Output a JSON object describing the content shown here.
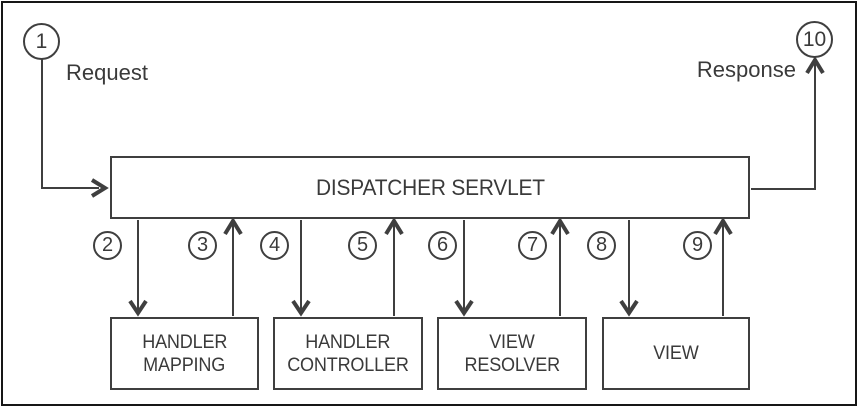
{
  "diagram": {
    "kind": "flow-diagram",
    "subject": "Spring MVC Dispatcher Servlet request flow",
    "start": {
      "number": "1",
      "label": "Request"
    },
    "end": {
      "number": "10",
      "label": "Response"
    },
    "dispatcher_label": "DISPATCHER SERVLET",
    "steps": [
      "2",
      "3",
      "4",
      "5",
      "6",
      "7",
      "8",
      "9"
    ],
    "components": [
      {
        "line1": "HANDLER",
        "line2": "MAPPING"
      },
      {
        "line1": "HANDLER",
        "line2": "CONTROLLER"
      },
      {
        "line1": "VIEW",
        "line2": "RESOLVER"
      },
      {
        "line1": "VIEW",
        "line2": ""
      }
    ],
    "edges": [
      "1:Request -> DISPATCHER SERVLET",
      "2: DISPATCHER SERVLET -> HANDLER MAPPING",
      "3: HANDLER MAPPING -> DISPATCHER SERVLET",
      "4: DISPATCHER SERVLET -> HANDLER CONTROLLER",
      "5: HANDLER CONTROLLER -> DISPATCHER SERVLET",
      "6: DISPATCHER SERVLET -> VIEW RESOLVER",
      "7: VIEW RESOLVER -> DISPATCHER SERVLET",
      "8: DISPATCHER SERVLET -> VIEW",
      "9: VIEW -> DISPATCHER SERVLET",
      "10: DISPATCHER SERVLET -> Response"
    ],
    "colors": {
      "line": "#3f3f3f",
      "text": "#3a3a3a",
      "frame": "#161616",
      "background": "#ffffff"
    }
  }
}
